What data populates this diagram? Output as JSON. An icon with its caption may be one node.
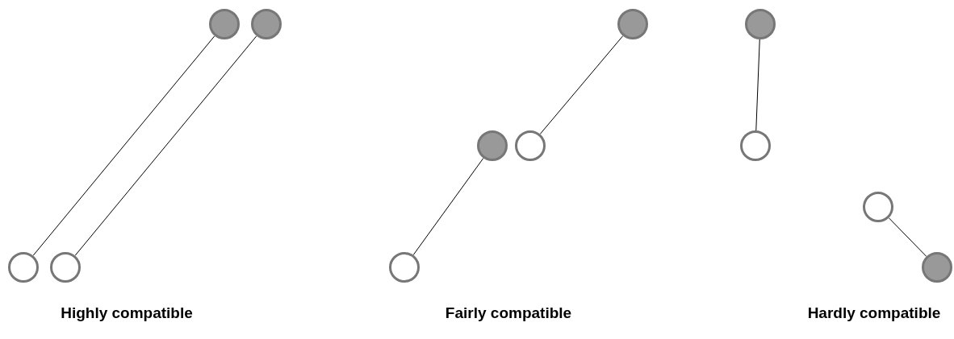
{
  "diagram": {
    "nodes": [
      {
        "text": [],
        "shape": "circle"
      },
      {
        "text": [],
        "shape": "circle"
      },
      {
        "text": [],
        "shape": "circle"
      },
      {
        "text": [],
        "shape": "circle"
      },
      {
        "text": [],
        "shape": "circle"
      },
      {
        "text": [],
        "shape": "circle"
      },
      {
        "text": [],
        "shape": "circle"
      },
      {
        "text": [],
        "shape": "circle"
      },
      {
        "text": [],
        "shape": "circle"
      },
      {
        "text": [],
        "shape": "circle"
      },
      {
        "text": [],
        "shape": "circle"
      },
      {
        "text": [],
        "shape": "circle"
      }
    ],
    "edges": [
      {
        "from": 0,
        "to": 2,
        "arrow": "none"
      },
      {
        "from": 1,
        "to": 3,
        "arrow": "none"
      },
      {
        "from": 4,
        "to": 6,
        "arrow": "none"
      },
      {
        "from": 5,
        "to": 7,
        "arrow": "none"
      },
      {
        "from": 8,
        "to": 9,
        "arrow": "none"
      },
      {
        "from": 10,
        "to": 11,
        "arrow": "none"
      }
    ],
    "labels": [
      "Highly compatible",
      "Fairly compatible",
      "Hardly compatible"
    ]
  }
}
